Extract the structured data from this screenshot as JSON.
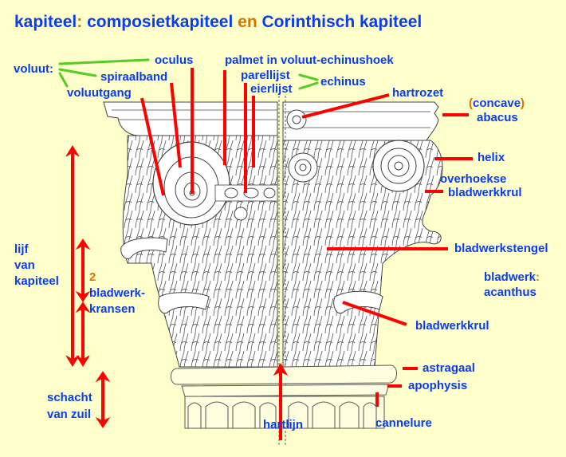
{
  "title": {
    "part1": "kapiteel",
    "colon": ":",
    "part2": "composietkapiteel",
    "conjunction": "en",
    "part3": "Corinthisch kapiteel"
  },
  "labels": {
    "voluut": "voluut:",
    "oculus": "oculus",
    "spiraalband": "spiraalband",
    "voluutgang": "voluutgang",
    "palmet": "palmet in voluut-echinushoek",
    "parellijst": "parellijst",
    "eierlijst": "eierlijst",
    "echinus": "echinus",
    "hartrozet": "hartrozet",
    "concave_open": "(",
    "concave": "concave",
    "concave_close": ")",
    "abacus": "abacus",
    "helix": "helix",
    "overhoekse": "overhoekse",
    "bladwerkkrul_top": "bladwerkkrul",
    "bladwerkstengel": "bladwerkstengel",
    "bladwerk": "bladwerk",
    "bladwerk_colon": ":",
    "acanthus": "acanthus",
    "bladwerkkrul": "bladwerkkrul",
    "astragaal": "astragaal",
    "apophysis": "apophysis",
    "cannelure": "cannelure",
    "hartlijn": "hartlijn",
    "lijf": "lijf",
    "van": "van",
    "kapiteel": "kapiteel",
    "kransen_count": "2",
    "bladwerk_dash": "bladwerk-",
    "kransen": "kransen",
    "schacht": "schacht",
    "van_zuil": "van zuil"
  },
  "colors": {
    "background": "#ffffcc",
    "label_text": "#0a3cf0",
    "accent_orange": "#d97400",
    "pointer_red": "#ff0000",
    "bracket_green": "#55cc22"
  }
}
